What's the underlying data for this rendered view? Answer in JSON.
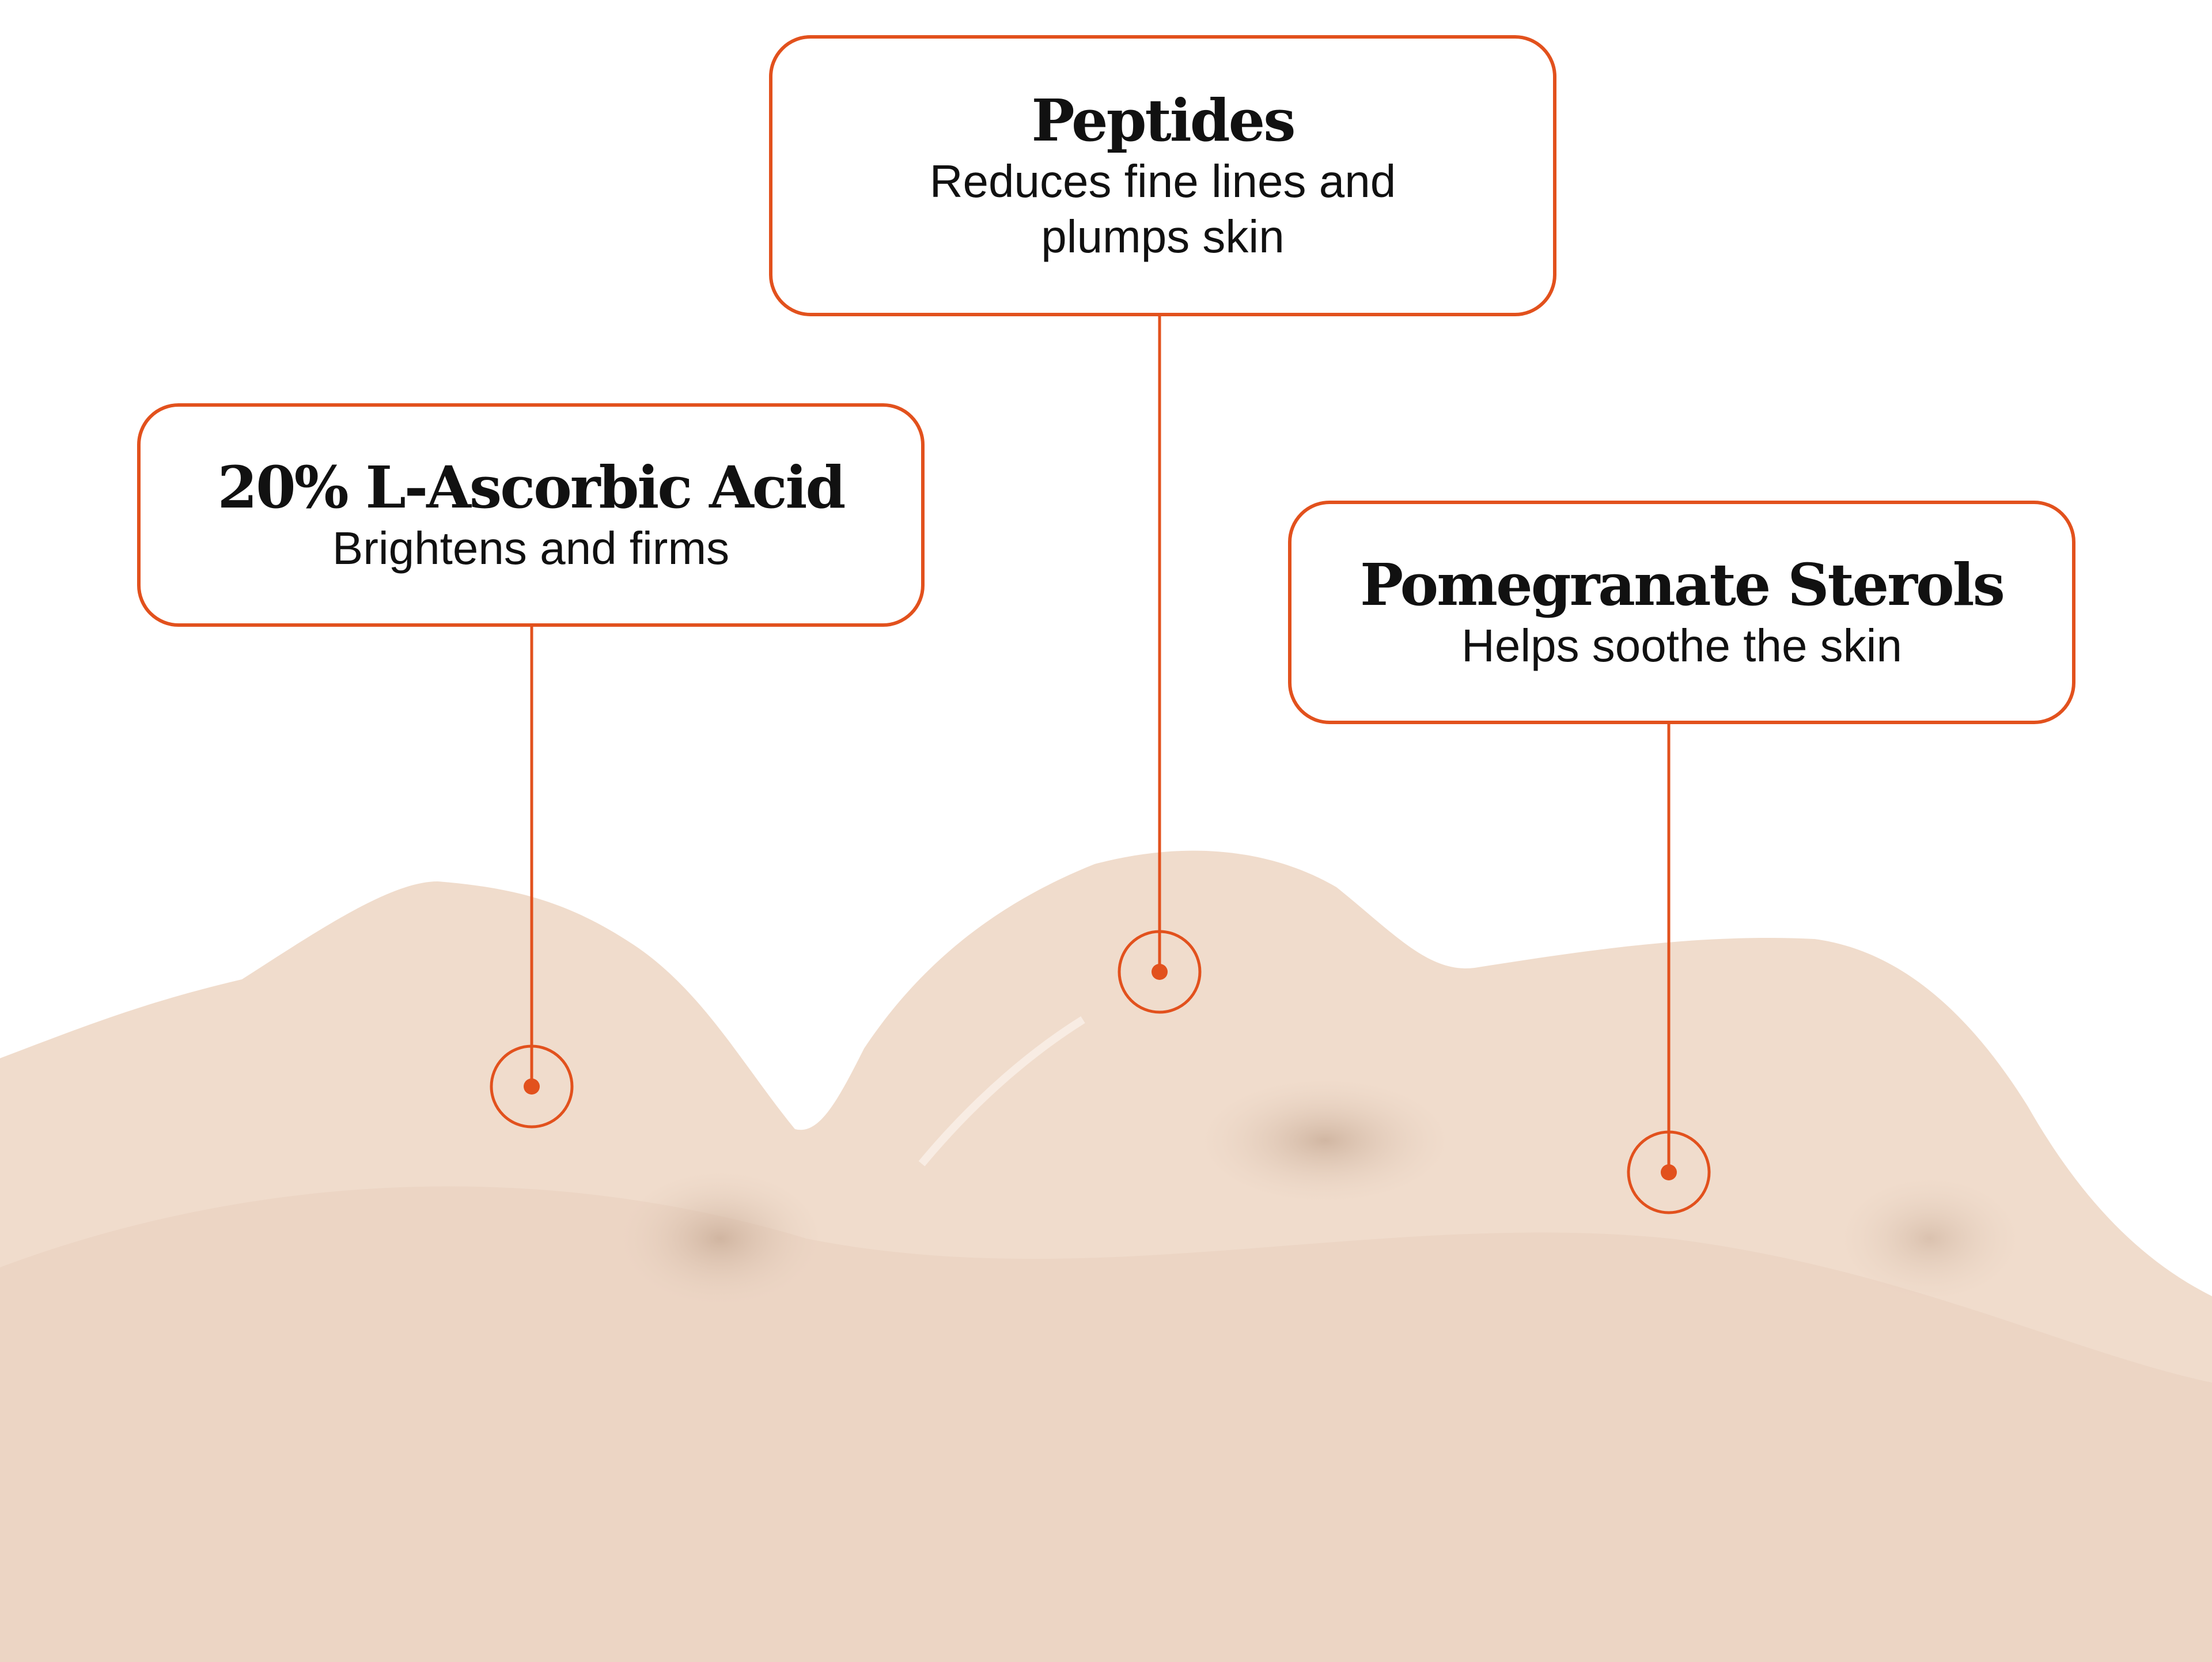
{
  "colors": {
    "accent": "#e2511d",
    "cream": "#f0dccc",
    "text": "#111111"
  },
  "callouts": [
    {
      "title": "20% L-Ascorbic Acid",
      "description": "Brightens and firms"
    },
    {
      "title": "Peptides",
      "description": "Reduces fine lines and plumps skin"
    },
    {
      "title": "Pomegranate Sterols",
      "description": "Helps soothe the skin"
    }
  ]
}
